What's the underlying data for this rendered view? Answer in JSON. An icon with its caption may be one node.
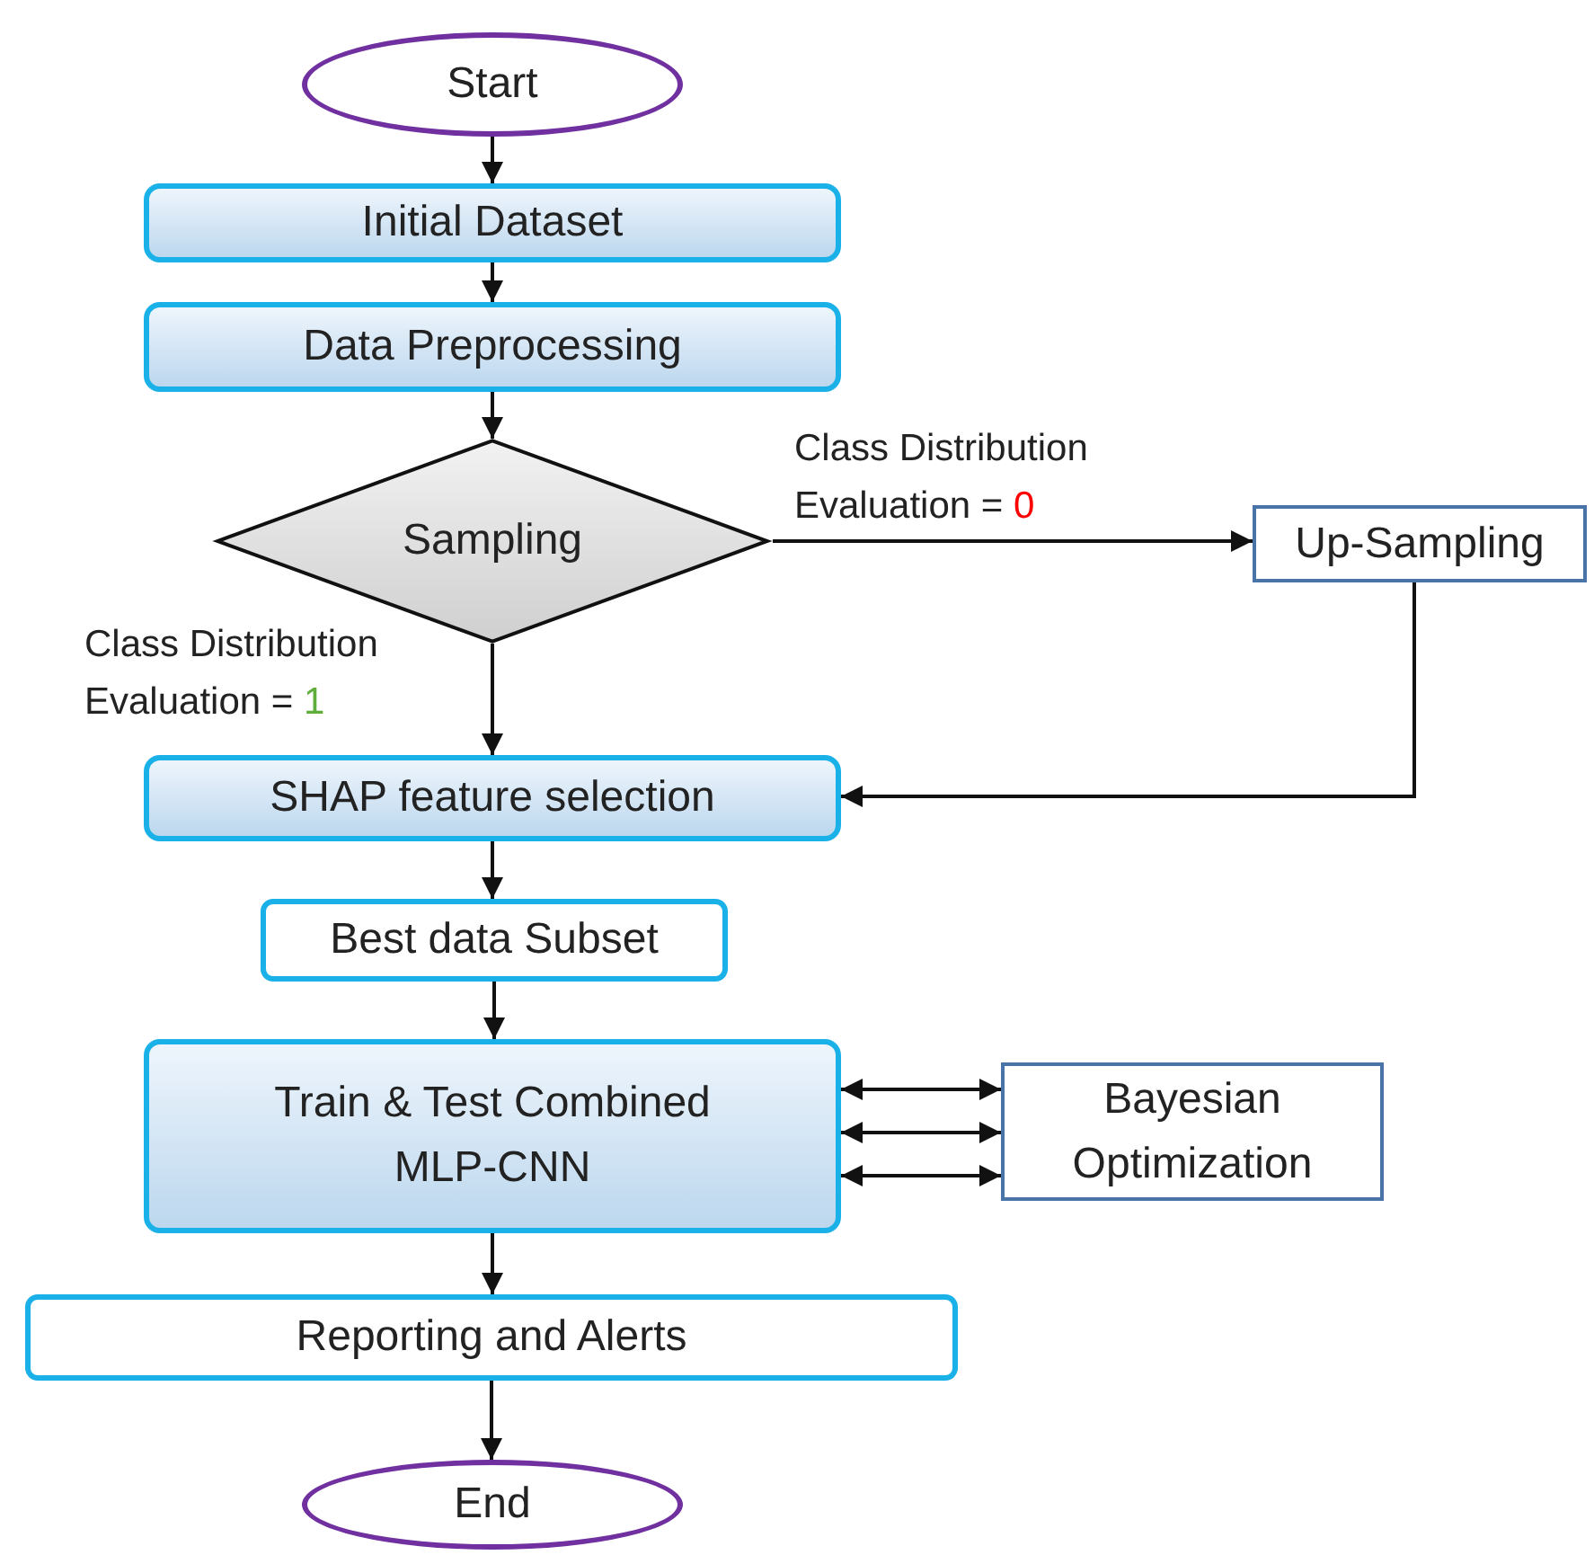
{
  "diagram": {
    "nodes": [
      {
        "text": [
          "Start"
        ]
      },
      {
        "text": [
          "Initial Dataset"
        ]
      },
      {
        "text": [
          "Data Preprocessing"
        ]
      },
      {
        "text": [
          "Sampling"
        ]
      },
      {
        "text": [
          "Up-Sampling"
        ]
      },
      {
        "text": [
          "SHAP feature selection"
        ]
      },
      {
        "text": [
          "Best data Subset"
        ]
      },
      {
        "text": [
          "Train & Test Combined MLP-CNN"
        ]
      },
      {
        "text": [
          "Bayesian Optimization"
        ]
      },
      {
        "text": [
          "Reporting and Alerts"
        ]
      },
      {
        "text": [
          "End"
        ]
      }
    ],
    "edges": [
      {
        "from": 0,
        "to": 1,
        "arrow": "to"
      },
      {
        "from": 1,
        "to": 2,
        "arrow": "to"
      },
      {
        "from": 2,
        "to": 3,
        "arrow": "to"
      },
      {
        "from": 3,
        "to": 4,
        "arrow": "to",
        "label": "Class Distribution Evaluation = 0"
      },
      {
        "from": 3,
        "to": 5,
        "arrow": "to",
        "label": "Class Distribution Evaluation = 1"
      },
      {
        "from": 4,
        "to": 5,
        "arrow": "to"
      },
      {
        "from": 5,
        "to": 6,
        "arrow": "to"
      },
      {
        "from": 6,
        "to": 7,
        "arrow": "to"
      },
      {
        "from": 7,
        "to": 8,
        "arrow": "both"
      },
      {
        "from": 7,
        "to": 8,
        "arrow": "both"
      },
      {
        "from": 7,
        "to": 8,
        "arrow": "both"
      },
      {
        "from": 7,
        "to": 9,
        "arrow": "to"
      },
      {
        "from": 9,
        "to": 10,
        "arrow": "to"
      }
    ]
  }
}
